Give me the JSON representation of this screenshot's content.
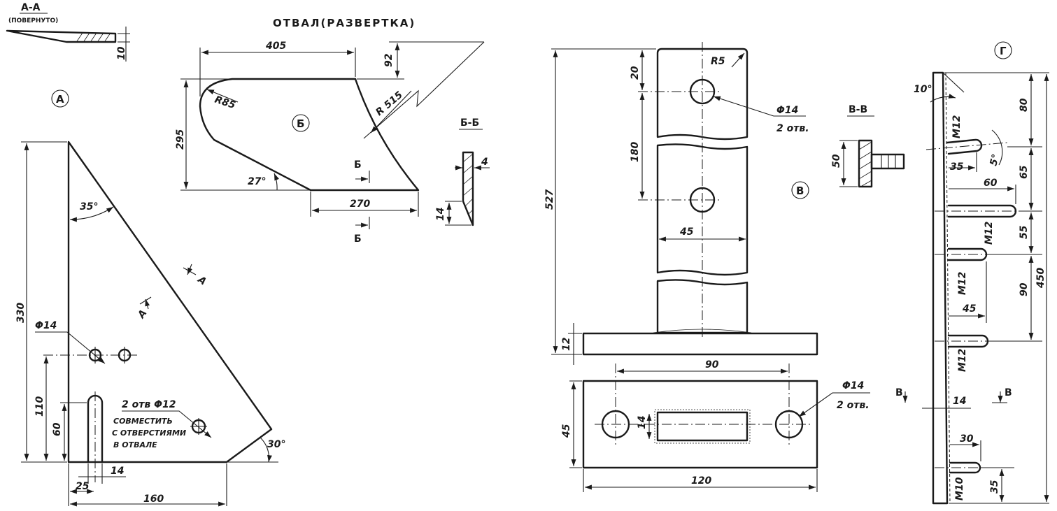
{
  "drawing": {
    "title": "ОТВАЛ(РАЗВЕРТКА)",
    "section_aa": {
      "label": "А-А",
      "note": "(ПОВЕРНУТО)",
      "dim": "10"
    },
    "part_a": {
      "marker": "А",
      "dims": {
        "height": "330",
        "angle_top": "35°",
        "hole_dia": "Φ14",
        "hole_height": "110",
        "slot_height": "60",
        "slot_width": "14",
        "slot_offset": "25",
        "base_width": "160",
        "angle_bottom": "30°"
      },
      "cut_mark": "А",
      "note_line1": "2 отв Φ12",
      "note_line2": "СОВМЕСТИТЬ",
      "note_line3": "С ОТВЕРСТИЯМИ",
      "note_line4": "В ОТВАЛЕ"
    },
    "part_b": {
      "marker": "Б",
      "dims": {
        "top_width": "405",
        "offset": "92",
        "height": "295",
        "radius_small": "R85",
        "radius_large": "R 515",
        "angle": "27°",
        "bottom_width": "270"
      },
      "cut_mark": "Б"
    },
    "section_bb": {
      "label": "Б-Б",
      "thickness": "4",
      "height": "14"
    },
    "part_v": {
      "marker": "В",
      "dims": {
        "total_height": "527",
        "top_offset": "20",
        "radius": "R5",
        "hole_dia": "Φ14",
        "hole_count": "2 отв.",
        "hole_spacing": "180",
        "width": "45",
        "plate_thickness": "12",
        "hole_spacing_base": "90",
        "base_width": "45",
        "slot_width": "14",
        "base_length": "120",
        "base_hole_dia": "Φ14",
        "base_hole_count": "2 отв."
      }
    },
    "section_vv": {
      "label": "В-В",
      "dim": "50",
      "cut_mark": "В"
    },
    "part_g": {
      "marker": "Г",
      "dims": {
        "angle": "10°",
        "top": "80",
        "thread_1": "M12",
        "stud_len_1": "35",
        "tilt": "5°",
        "gap_1": "65",
        "stud_len_2": "60",
        "thread_2": "M12",
        "gap_2": "55",
        "thread_3": "M12",
        "gap_3": "90",
        "stud_len_3": "45",
        "total": "450",
        "thread_4": "M12",
        "thickness": "14",
        "stud_len_4": "30",
        "thread_5": "M10",
        "bottom": "35"
      }
    }
  }
}
